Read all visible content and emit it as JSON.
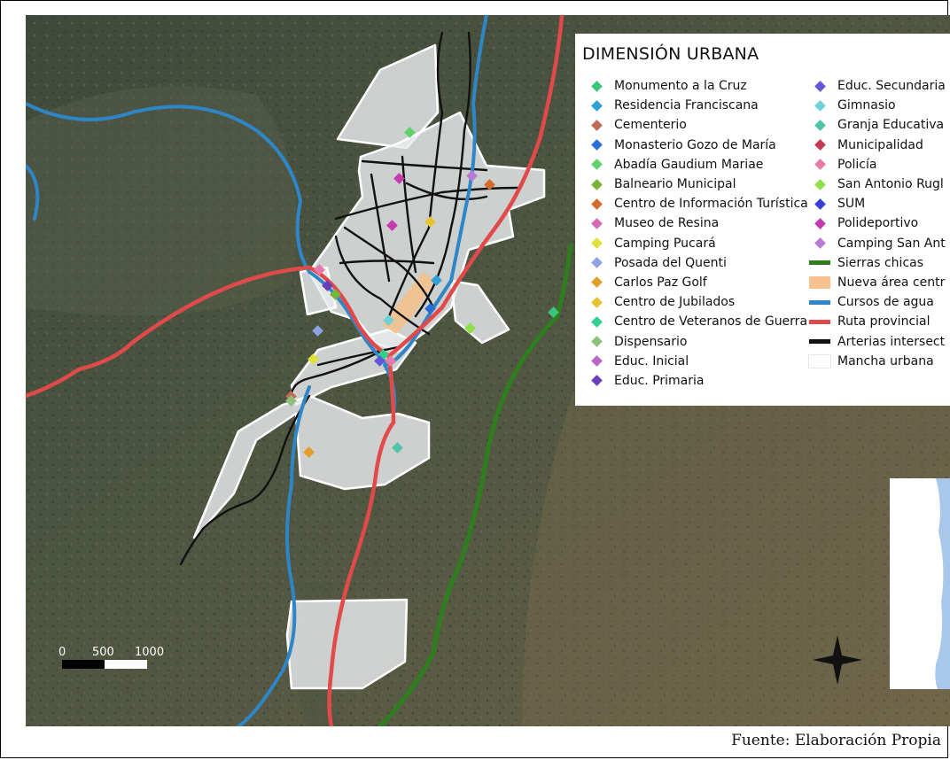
{
  "legend": {
    "title": "DIMENSIÓN URBANA",
    "items_col1": [
      {
        "label": "Monumento a la Cruz",
        "type": "point",
        "color": "#3cc47c"
      },
      {
        "label": "Residencia Franciscana",
        "type": "point",
        "color": "#2f9fd6"
      },
      {
        "label": "Cementerio",
        "type": "point",
        "color": "#c06a5a"
      },
      {
        "label": "Monasterio Gozo de María",
        "type": "point",
        "color": "#2a6fd6"
      },
      {
        "label": "Abadía Gaudium Mariae",
        "type": "point",
        "color": "#5fd16d"
      },
      {
        "label": "Balneario Municipal",
        "type": "point",
        "color": "#7ab33a"
      },
      {
        "label": "Centro de Información Turística",
        "type": "point",
        "color": "#d36b2a"
      },
      {
        "label": "Museo de Resina",
        "type": "point",
        "color": "#d668b4"
      },
      {
        "label": "Camping Pucará",
        "type": "point",
        "color": "#dfe23b"
      },
      {
        "label": "Posada del Quenti",
        "type": "point",
        "color": "#8fa2e6"
      },
      {
        "label": "Carlos Paz Golf",
        "type": "point",
        "color": "#e39d2b"
      },
      {
        "label": "Centro de Jubilados",
        "type": "point",
        "color": "#e6c431"
      },
      {
        "label": "Centro de Veteranos de Guerra",
        "type": "point",
        "color": "#2fd18c"
      },
      {
        "label": "Dispensario",
        "type": "point",
        "color": "#8fc07a"
      },
      {
        "label": "Educ. Inicial",
        "type": "point",
        "color": "#b866c8"
      },
      {
        "label": "Educ. Primaria",
        "type": "point",
        "color": "#6a3fb8"
      }
    ],
    "items_col2": [
      {
        "label": "Educ. Secundaria",
        "type": "point",
        "color": "#6257d6"
      },
      {
        "label": "Gimnasio",
        "type": "point",
        "color": "#6ed3d6"
      },
      {
        "label": "Granja Educativa",
        "type": "point",
        "color": "#4fc4a6"
      },
      {
        "label": "Municipalidad",
        "type": "point",
        "color": "#c43a52"
      },
      {
        "label": "Policía",
        "type": "point",
        "color": "#e87aa8"
      },
      {
        "label": "San Antonio Rugl",
        "type": "point",
        "color": "#8ee04a"
      },
      {
        "label": "SUM",
        "type": "point",
        "color": "#3a3fd6"
      },
      {
        "label": "Polideportivo",
        "type": "point",
        "color": "#c63ab0"
      },
      {
        "label": "Camping San Ant",
        "type": "point",
        "color": "#b87ad6"
      },
      {
        "label": "Sierras chicas",
        "type": "line",
        "color": "#2e7d1e"
      },
      {
        "label": "Nueva área centr",
        "type": "area",
        "color": "#f7c28f"
      },
      {
        "label": "Cursos de agua",
        "type": "line",
        "color": "#2f86c6"
      },
      {
        "label": "Ruta provincial",
        "type": "line",
        "color": "#e04a4a"
      },
      {
        "label": "Arterias intersect",
        "type": "line",
        "color": "#111111"
      },
      {
        "label": "Mancha urbana",
        "type": "area",
        "color": "#ffffff"
      }
    ]
  },
  "scalebar": {
    "labels": [
      "0",
      "500",
      "1000 m"
    ]
  },
  "north_arrow": "north-arrow-icon",
  "source": "Fuente: Elaboración Propia"
}
